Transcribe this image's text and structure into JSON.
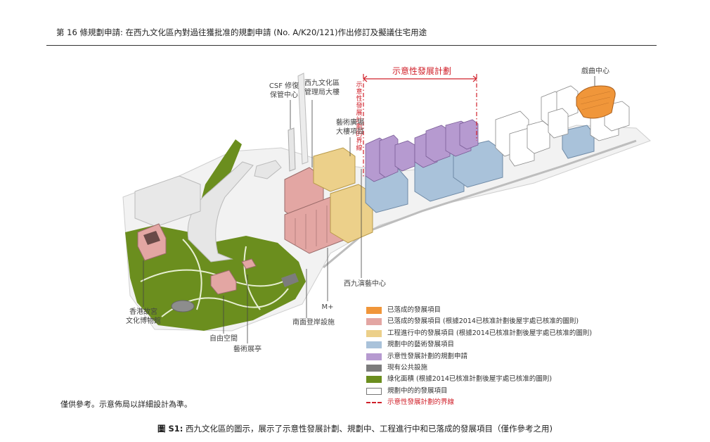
{
  "header": {
    "title": "第 16 條規劃申請: 在西九文化區內對過往獲批准的規劃申請 (No. A/K20/121)作出修訂及擬議住宅用途"
  },
  "map": {
    "scheme_title": "示意性發展計劃",
    "boundary_label": "示意性發展計劃的界線",
    "labels": {
      "xiqu": "戲曲中心",
      "csf": "CSF 修復\n保管中心",
      "wkcda": "西九文化區\n管理局大樓",
      "artsquare": "藝術廣場\n大樓項目",
      "lyric": "西九演藝中心",
      "mplus": "M+",
      "pier": "南面登岸設施",
      "hkpm": "香港故宮\n文化博物館",
      "freespace": "自由空間",
      "pavilion": "藝術展亭"
    }
  },
  "legend": {
    "items": [
      {
        "label": "已落成的發展項目",
        "color": "#f0963a",
        "style": "fill"
      },
      {
        "label": "已落成的發展項目 (根據2014已核准計劃後屋宇處已核准的圖則)",
        "color": "#e3a6a3",
        "style": "fill"
      },
      {
        "label": "工程進行中的發展項目 (根據2014已核准計劃後屋宇處已核准的圖則)",
        "color": "#ecd08a",
        "style": "fill"
      },
      {
        "label": "規劃中的藝術發展項目",
        "color": "#a9c2da",
        "style": "fill"
      },
      {
        "label": "示意性發展計劃的規劃申請",
        "color": "#b69ad0",
        "style": "fill"
      },
      {
        "label": "現有公共設施",
        "color": "#7c7c7c",
        "style": "fill"
      },
      {
        "label": "綠化面積 (根據2014已核准計劃後屋宇處已核准的圖則)",
        "color": "#6b8e1e",
        "style": "fill"
      },
      {
        "label": "規劃中的的發展項目",
        "color": "#ffffff",
        "style": "outline"
      },
      {
        "label": "示意性發展計劃的界線",
        "color": "#d0202a",
        "style": "dash"
      }
    ]
  },
  "disclaimer": "僅供參考。示意佈局以詳細設計為準。",
  "caption": {
    "prefix": "圖 S1:",
    "text": " 西九文化區的圖示，展示了示意性發展計劃、規劃中、工程進行中和已落成的發展項目（僅作參考之用)"
  }
}
